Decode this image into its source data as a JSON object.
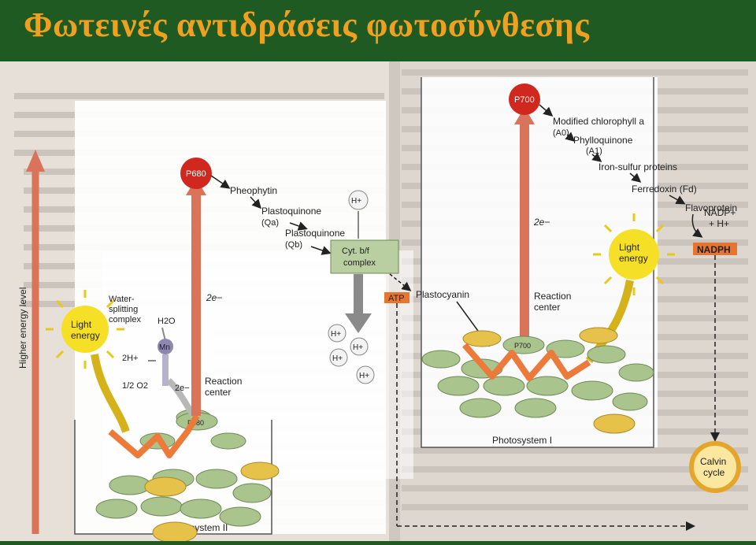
{
  "header": {
    "title": "Φωτεινές αντιδράσεις φωτοσύνθεσης"
  },
  "axis": {
    "ylabel": "Higher energy level"
  },
  "ps2": {
    "label": "Photosystem II",
    "p680": "P680",
    "p680_base": "P680",
    "water_complex": [
      "Water-",
      "splitting",
      "complex"
    ],
    "h2o": "H2O",
    "mn": "Mn",
    "two_h": "2H+",
    "half_o2": "1/2 O2",
    "two_e_low": "2e−",
    "two_e_high": "2e−",
    "reaction_center": [
      "Reaction",
      "center"
    ],
    "light_energy": [
      "Light",
      "energy"
    ]
  },
  "chain": {
    "pheophytin": "Pheophytin",
    "plastoquinone_a": "Plastoquinone",
    "qa": "(Qa)",
    "plastoquinone_b": "Plastoquinone",
    "qb": "(Qb)",
    "cyt_bf": [
      "Cyt. b/f",
      "complex"
    ],
    "h_plus": "H+",
    "atp": "ATP",
    "plastocyanin": "Plastocyanin"
  },
  "ps1": {
    "label": "Photosystem I",
    "p700": "P700",
    "p700_base": "P700",
    "modified_chl": "Modified chlorophyll a",
    "a0": "(A0)",
    "phylloquinone": "Phylloquinone",
    "a1": "(A1)",
    "iron_sulfur": "Iron-sulfur proteins",
    "ferredoxin": "Ferredoxin (Fd)",
    "flavoprotein": "Flavoprotein",
    "nadp_plus": "NADP+",
    "h_plus": "+ H+",
    "nadph": "NADPH",
    "two_e": "2e−",
    "reaction_center": [
      "Reaction",
      "center"
    ],
    "light_energy": [
      "Light",
      "energy"
    ]
  },
  "calvin": [
    "Calvin",
    "cycle"
  ],
  "colors": {
    "header_bg": "#1e5a22",
    "title": "#f0a020",
    "arrow_red": "#d9735a",
    "p_circle": "#d0281e",
    "orange_zigzag": "#ec7a3a",
    "green_disc": "#a9c48c",
    "yellow_disc": "#e6c24a",
    "box_green": "#b9cfa1",
    "nadph_bg": "#e8752f"
  }
}
